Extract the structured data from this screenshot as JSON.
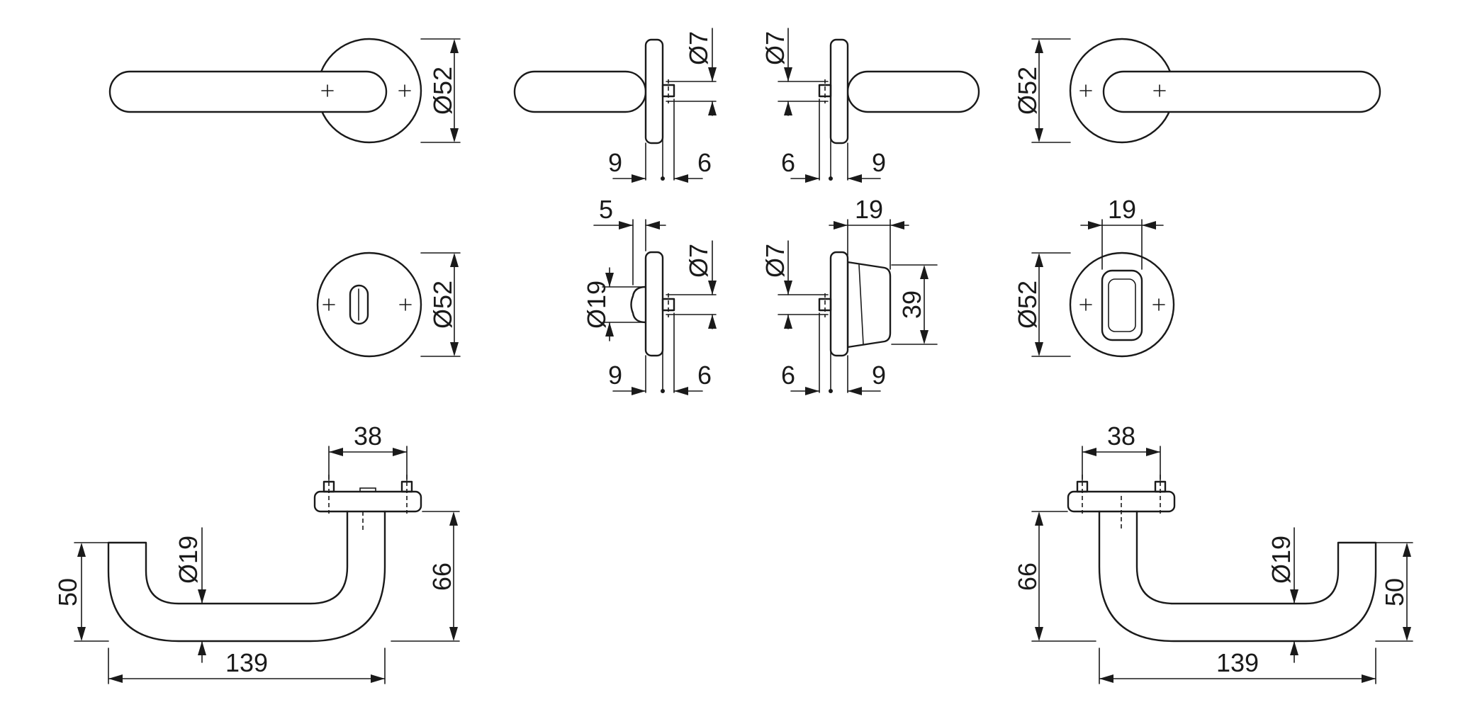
{
  "dimensions": {
    "d52_a": "Ø52",
    "d7_a": "Ø7",
    "d7_b": "Ø7",
    "d52_b": "Ø52",
    "n9_a": "9",
    "n6_a": "6",
    "n6_b": "6",
    "n9_b": "9",
    "d52_c": "Ø52",
    "n5": "5",
    "d19_a": "Ø19",
    "d7_c": "Ø7",
    "d7_d": "Ø7",
    "n19_a": "19",
    "n39": "39",
    "n19_b": "19",
    "d52_d": "Ø52",
    "n9_c": "9",
    "n6_c": "6",
    "n6_d": "6",
    "n9_d": "9",
    "n38_a": "38",
    "d19_b": "Ø19",
    "n50_a": "50",
    "n66_a": "66",
    "n139_a": "139",
    "n38_b": "38",
    "d19_c": "Ø19",
    "n66_b": "66",
    "n50_b": "50",
    "n139_b": "139"
  }
}
